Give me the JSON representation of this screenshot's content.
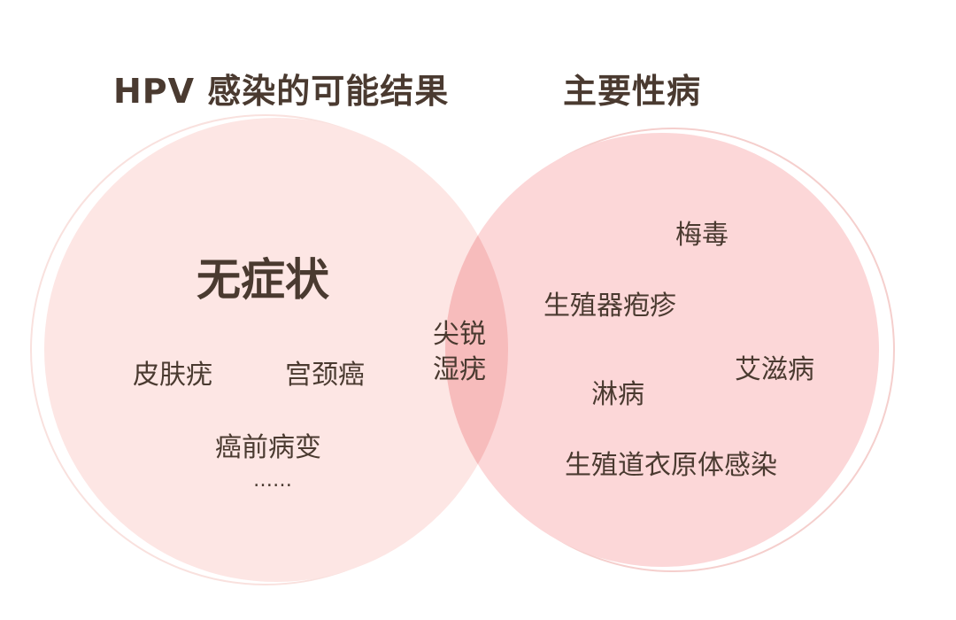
{
  "titles": {
    "left": "HPV 感染的可能结果",
    "right": "主要性病"
  },
  "left_circle": {
    "main": "无症状",
    "items": [
      "皮肤疣",
      "宫颈癌",
      "癌前病变",
      "……"
    ]
  },
  "overlap": {
    "line1": "尖锐",
    "line2": "湿疣"
  },
  "right_circle": {
    "items": [
      "梅毒",
      "生殖器疱疹",
      "艾滋病",
      "淋病",
      "生殖道衣原体感染"
    ]
  },
  "colors": {
    "left_fill": "#fde6e4",
    "right_fill": "#fcd7d8",
    "overlap_fill": "#f7bcbc",
    "outline": "#f6d2cf",
    "text": "#4a3a30"
  }
}
